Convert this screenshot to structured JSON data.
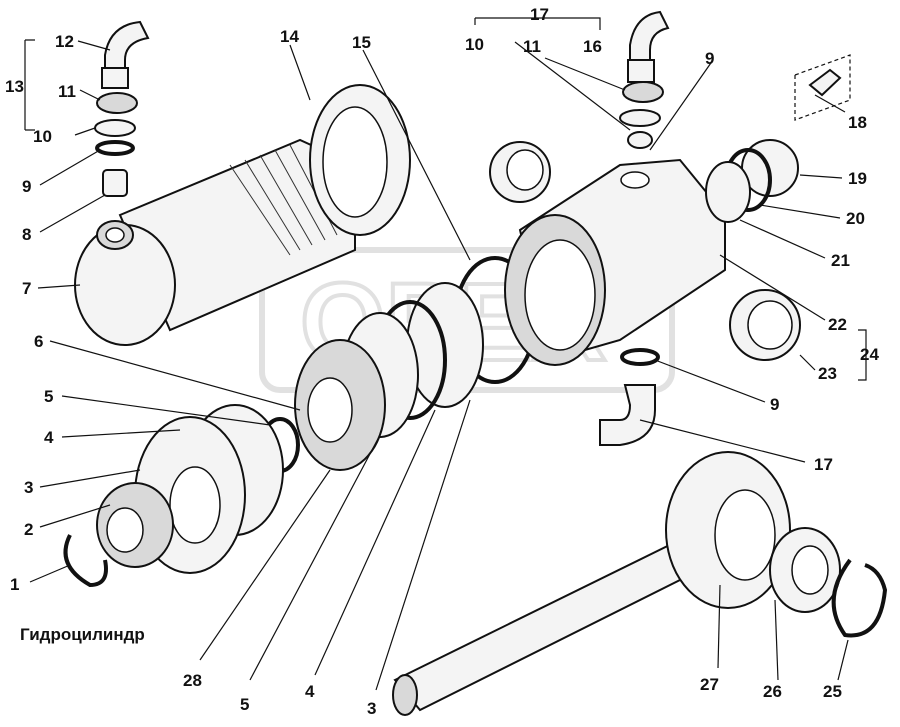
{
  "caption": "Гидроцилиндр",
  "watermark": "OPEX",
  "labels": {
    "l1": "1",
    "l2": "2",
    "l3": "3",
    "l4": "4",
    "l5": "5",
    "l6": "6",
    "l7": "7",
    "l8": "8",
    "l9a": "9",
    "l9b": "9",
    "l9c": "9",
    "l10a": "10",
    "l10b": "10",
    "l11a": "11",
    "l11b": "11",
    "l12": "12",
    "l13": "13",
    "l14": "14",
    "l15": "15",
    "l16": "16",
    "l17a": "17",
    "l17b": "17",
    "l18": "18",
    "l19": "19",
    "l20": "20",
    "l21": "21",
    "l22": "22",
    "l23": "23",
    "l24": "24",
    "l25": "25",
    "l26": "26",
    "l27": "27",
    "l28": "28",
    "l3b": "3",
    "l4b": "4",
    "l5b": "5"
  }
}
